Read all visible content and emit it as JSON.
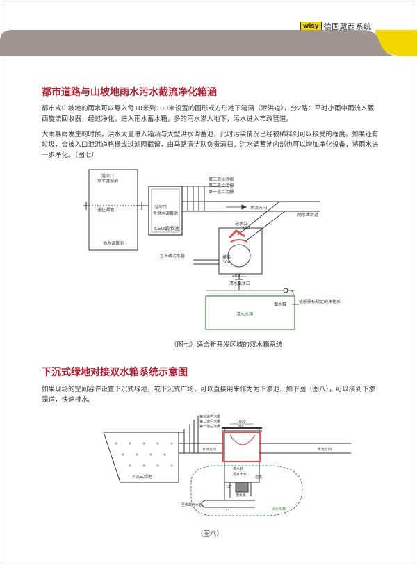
{
  "header": {
    "logo": "wisy",
    "company": "德国蒧西系统",
    "band_color": "#9e9590",
    "accent": "#f2d600"
  },
  "section1": {
    "title": "都市道路与山坡地雨水污水截流净化箱涵",
    "para1": "都市或山坡地的雨水可以导入每10米到100米设置的圆形或方形地下箱涵（泄洪道），分2路：平时小雨中雨流入葳西旋流回收器，经过净化，进入雨水蓄水箱，多的雨水渗入地下，污水进入市政管道。",
    "para2": "大雨暴雨发生的时候，洪水大量进入箱涵与大型洪水调蓄池，此时污染情况已经被稀释到可以接受的程度。如果还有垃圾，会被入口泄洪道格栅或过滤网截留，由马路清洁队负责清扫。洪水调蓄池内部也可以增加净化设备，将雨水进一步净化。（图七）"
  },
  "figure7": {
    "labels": {
      "overflow": "溢流口",
      "to_pond": "至下游湿地",
      "to_wetland_pool": "通往湖池",
      "flood_pool": "洪水调蓄池",
      "overflow2": "溢流口",
      "to_flood_pool": "至洪水调蓄池",
      "cso": "CSO调节池",
      "grate3": "第三道拦污栅",
      "grate2": "第二道拦污栅",
      "grate1": "第一道拦污栅",
      "flow_dir": "水流方向",
      "spillway": "雨水泄洪道",
      "inlet": "进水口",
      "dim300a": "300",
      "to_sewer": "至市政污水管",
      "dim300b": "300",
      "sewage": "排污",
      "dim200": "200",
      "clean_outlet": "清水出水口",
      "tank": "清水水箱",
      "pump": "潜水泵",
      "purify": "依照需标规定的净化系统"
    },
    "caption": "（图七）适合新开发区域的双水箱系统"
  },
  "section2": {
    "title": "下沉式绿地对接双水箱系统示意图",
    "para": "如果现场的空间容许设置下沉式绿地，或下沉式广场，可以直接用来作为为下渗池，如下图（图八），可以接到下渗笼道，快速排水。"
  },
  "figure8": {
    "labels": {
      "grate3": "第三道拦污栅",
      "grate2": "第二道拦污栅",
      "grate1": "第一道拦污栅",
      "dim1600": "1600",
      "dim700": "700",
      "flow_dir": "水流方向",
      "flow_dir2": "水流方向",
      "green": "下沉式绿地",
      "inlet_pipe": "进水管",
      "clean_outlet": "清水出水口",
      "overflow": "溢流",
      "pump": "潜水泵",
      "sewer": "至市政污水管",
      "angle1": "12°",
      "angle2": "12°",
      "tank": "清水水箱"
    },
    "caption": "（图八）"
  }
}
